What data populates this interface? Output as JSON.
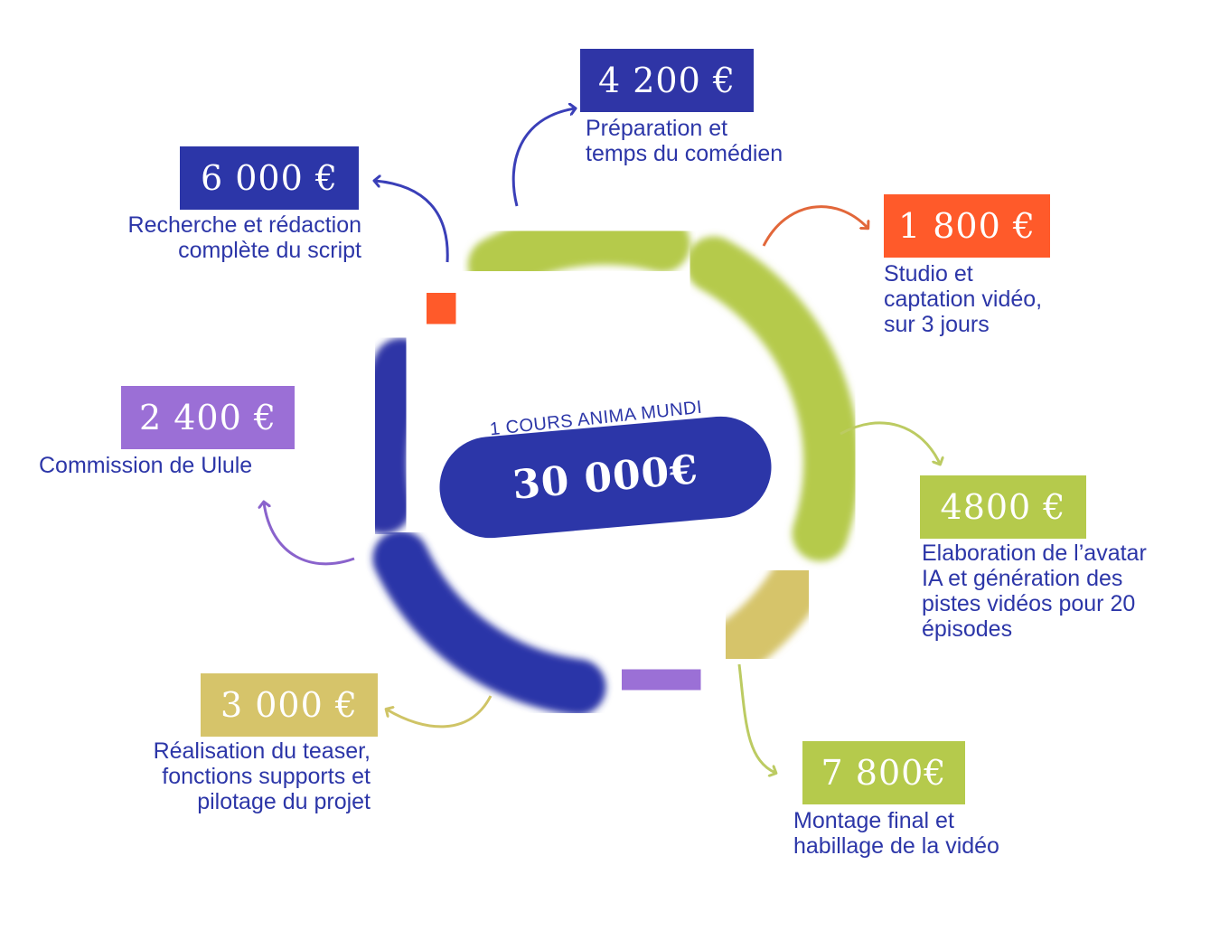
{
  "center": {
    "label": "1 COURS ANIMA MUNDI",
    "total": "30 000€"
  },
  "chart_data": {
    "type": "pie",
    "total": 30000,
    "unit": "€",
    "items": [
      {
        "key": "preparation",
        "amount": 4200,
        "amount_label": "4 200 €",
        "description": [
          "Préparation et",
          "temps du comédien"
        ],
        "color": "#2f35a6"
      },
      {
        "key": "studio",
        "amount": 1800,
        "amount_label": "1 800 €",
        "description": [
          "Studio et",
          "captation vidéo,",
          "sur 3 jours"
        ],
        "color": "#ff5a2a"
      },
      {
        "key": "avatar",
        "amount": 4800,
        "amount_label": "4800 €",
        "description": [
          "Elaboration de l’avatar",
          "IA et génération des",
          "pistes vidéos pour 20",
          "épisodes"
        ],
        "color": "#b5ca4c"
      },
      {
        "key": "montage",
        "amount": 7800,
        "amount_label": "7 800€",
        "description": [
          "Montage final et",
          "habillage de la vidéo"
        ],
        "color": "#b5ca4c"
      },
      {
        "key": "teaser",
        "amount": 3000,
        "amount_label": "3 000 €",
        "description": [
          "Réalisation du teaser,",
          "fonctions supports et",
          "pilotage du projet"
        ],
        "color": "#d6c46a"
      },
      {
        "key": "ulule",
        "amount": 2400,
        "amount_label": "2 400 €",
        "description": [
          "Commission de Ulule"
        ],
        "color": "#9b6fd6"
      },
      {
        "key": "script",
        "amount": 6000,
        "amount_label": "6 000 €",
        "description": [
          "Recherche et rédaction",
          "complète du script"
        ],
        "color": "#2c36a8"
      }
    ]
  }
}
